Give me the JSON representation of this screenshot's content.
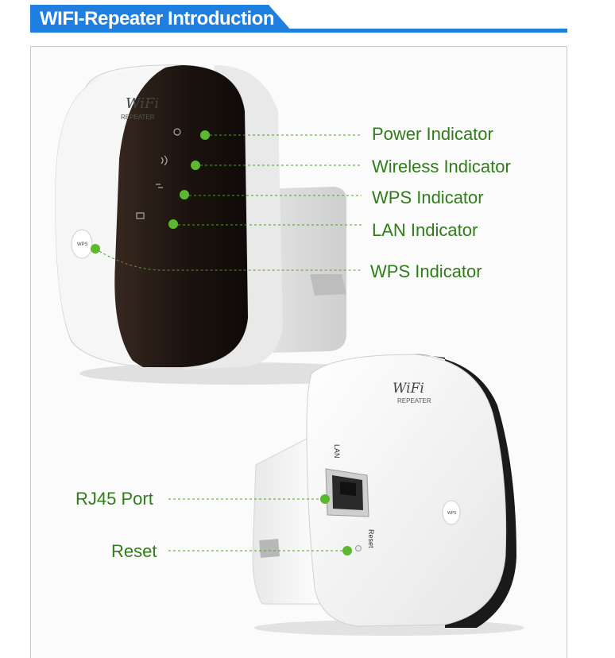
{
  "header": {
    "title": "WIFI-Repeater Introduction"
  },
  "device": {
    "brand": "WiFi",
    "model": "REPEATER",
    "wps_button": "WPS",
    "lan_text": "LAN",
    "reset_text": "Reset"
  },
  "callouts": {
    "power": "Power Indicator",
    "wireless": "Wireless Indicator",
    "wps_led": "WPS Indicator",
    "lan": "LAN Indicator",
    "wps_button": "WPS Indicator",
    "rj45": "RJ45 Port",
    "reset": "Reset"
  },
  "colors": {
    "accent": "#1e7fe0",
    "callout": "#2e7d18",
    "dot": "#5cb82e",
    "device_white": "#f4f4f4",
    "device_black": "#1c1410"
  }
}
